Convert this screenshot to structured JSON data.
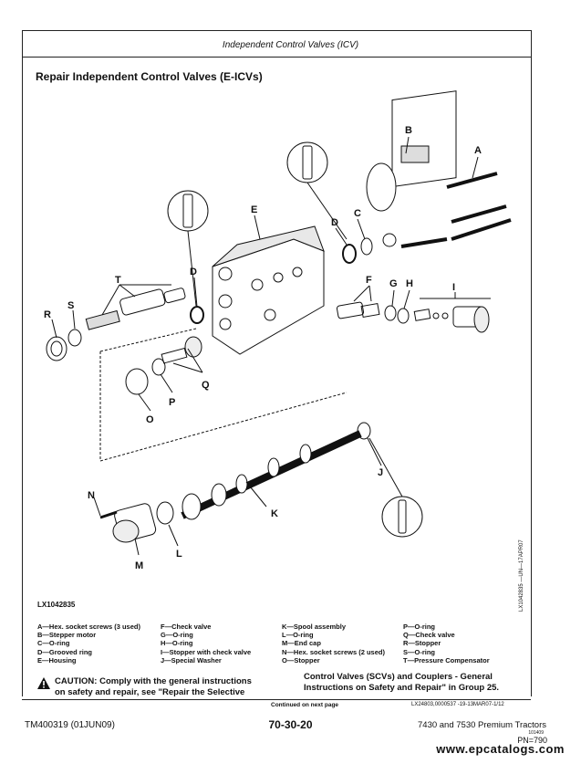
{
  "header": {
    "title": "Independent Control Valves (ICV)"
  },
  "section": {
    "title": "Repair Independent Control Valves (E-ICVs)"
  },
  "figure": {
    "callouts": [
      "A",
      "B",
      "C",
      "D",
      "E",
      "T",
      "S",
      "R",
      "D",
      "F",
      "G",
      "H",
      "I",
      "Q",
      "P",
      "O",
      "J",
      "N",
      "K",
      "L",
      "M"
    ],
    "figure_id": "LX1042835",
    "side_code": "LX1042835 —UN—17APR07"
  },
  "legend": {
    "col1": [
      "A—Hex. socket screws (3 used)",
      "B—Stepper motor",
      "C—O-ring",
      "D—Grooved ring",
      "E—Housing"
    ],
    "col2": [
      "F—Check valve",
      "G—O-ring",
      "H—O-ring",
      "I—Stopper with check valve",
      "J—Special Washer"
    ],
    "col3": [
      "K—Spool assembly",
      "L—O-ring",
      "M—End cap",
      "N—Hex. socket screws (2 used)",
      "O—Stopper"
    ],
    "col4": [
      "P—O-ring",
      "Q—Check valve",
      "R—Stopper",
      "S—O-ring",
      "T—Pressure Compensator"
    ]
  },
  "caution": {
    "line1": "CAUTION: Comply with the general instructions",
    "line2": "on safety and repair, see \"Repair the Selective"
  },
  "scv_note": {
    "line1": "Control Valves (SCVs) and Couplers - General",
    "line2": "Instructions on Safety and Repair\" in Group 25."
  },
  "continued": "Continued on next page",
  "doc_code": "LX24803,0000537 -19-13MAR07-1/12",
  "footer": {
    "left": "TM400319 (01JUN09)",
    "center": "70-30-20",
    "right": "7430 and 7530 Premium Tractors",
    "small": "101409",
    "pn": "PN=790"
  },
  "watermark": "www.epcatalogs.com"
}
